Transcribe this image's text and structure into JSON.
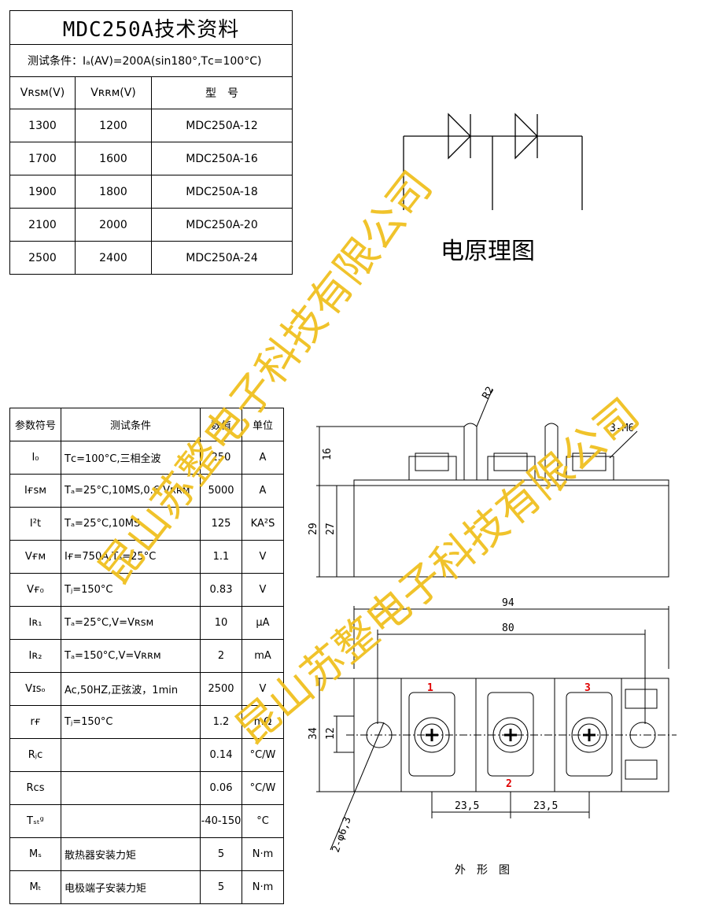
{
  "spec_table": {
    "title": "MDC250A技术资料",
    "condition": "测试条件：Iₐ(AV)=200A(sin180°,Tᴄ=100°C)",
    "headers": [
      "Vʀѕᴍ(V)",
      "Vʀʀᴍ(V)",
      "型　号"
    ],
    "rows": [
      [
        "1300",
        "1200",
        "MDC250A-12"
      ],
      [
        "1700",
        "1600",
        "MDC250A-16"
      ],
      [
        "1900",
        "1800",
        "MDC250A-18"
      ],
      [
        "2100",
        "2000",
        "MDC250A-20"
      ],
      [
        "2500",
        "2400",
        "MDC250A-24"
      ]
    ]
  },
  "schematic": {
    "caption": "电原理图"
  },
  "param_table": {
    "headers": [
      "参数符号",
      "测试条件",
      "数值",
      "单位"
    ],
    "rows": [
      [
        "I₀",
        "Tᴄ=100°C,三相全波",
        "250",
        "A"
      ],
      [
        "Iғѕᴍ",
        "Tₐ=25°C,10MS,0.6 Vʀʀᴍ",
        "5000",
        "A"
      ],
      [
        "I²t",
        "Tₐ=25°C,10MS",
        "125",
        "KA²S"
      ],
      [
        "Vғᴍ",
        "Iғ=750A,Tₐ=25°C",
        "1.1",
        "V"
      ],
      [
        "Vғ₀",
        "Tⱼ=150°C",
        "0.83",
        "V"
      ],
      [
        "Iʀ₁",
        "Tₐ=25°C,V=Vʀѕᴍ",
        "10",
        "μA"
      ],
      [
        "Iʀ₂",
        "Tₐ=150°C,V=Vʀʀᴍ",
        "2",
        "mA"
      ],
      [
        "Vɪѕₒ",
        "Ac,50HZ,正弦波，1min",
        "2500",
        "V"
      ],
      [
        "rғ",
        "Tⱼ=150°C",
        "1.2",
        "mΩ"
      ],
      [
        "Rⱼᴄ",
        "",
        "0.14",
        "°C/W"
      ],
      [
        "Rᴄѕ",
        "",
        "0.06",
        "°C/W"
      ],
      [
        "Tₛₜᵍ",
        "",
        "-40-150",
        "°C"
      ],
      [
        "Mₛ",
        "散热器安装力矩",
        "5",
        "N·m"
      ],
      [
        "Mₜ",
        "电极端子安装力矩",
        "5",
        "N·m"
      ]
    ]
  },
  "drawing": {
    "caption": "外　形　图",
    "dims": {
      "r2": "R2",
      "m6": "3-M6",
      "d16": "16",
      "d29": "29",
      "d27": "27",
      "d94": "94",
      "d80": "80",
      "d34": "34",
      "d12": "12",
      "d23a": "23,5",
      "d23b": "23,5",
      "hole": "2-φ6,3"
    },
    "pins": [
      "1",
      "2",
      "3"
    ]
  },
  "watermark": "昆山苏整电子科技有限公司",
  "colors": {
    "watermark": "#f0c020",
    "pin_label": "#e00000"
  }
}
